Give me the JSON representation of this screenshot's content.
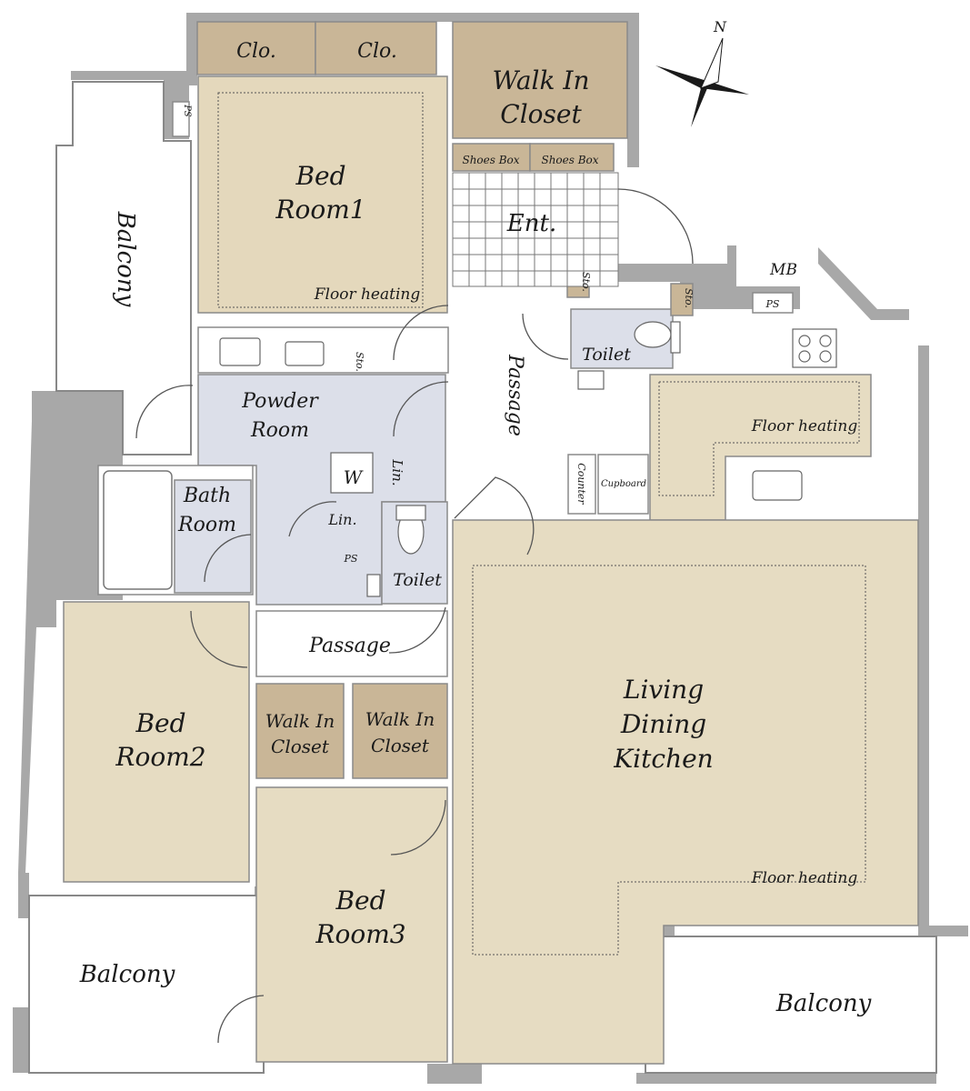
{
  "compass": {
    "north": "N"
  },
  "colors": {
    "room": "#e6dcc2",
    "bedroom1": "#e4d8bc",
    "storage": "#c9b697",
    "wet": "#dcdfe9",
    "wall": "#a9a9a9",
    "white": "#ffffff"
  },
  "rooms": {
    "clo1": "Clo.",
    "clo2": "Clo.",
    "wic_top": [
      "Walk In",
      "Closet"
    ],
    "ps_top": "PS",
    "shoes_box_1": "Shoes Box",
    "shoes_box_2": "Shoes Box",
    "ent": "Ent.",
    "bedroom1": [
      "Bed",
      "Room1"
    ],
    "floor_heating_1": "Floor heating",
    "balcony_west": "Balcony",
    "sto_powder": "Sto.",
    "sto_ent": "Sto.",
    "sto_toilet": "Sto.",
    "mb": "MB",
    "ps_mb": "PS",
    "passage_upper": "Passage",
    "toilet_upper": "Toilet",
    "powder_room": [
      "Powder",
      "Room"
    ],
    "washer": "W",
    "lin_powder": "Lin.",
    "lin_lower": "Lin.",
    "ps_lower": "PS",
    "toilet_lower": "Toilet",
    "bath_room": [
      "Bath",
      "Room"
    ],
    "counter": "Counter",
    "cupboard": "Cupboard",
    "floor_heating_kitchen": "Floor heating",
    "passage_lower": "Passage",
    "wic_1": [
      "Walk In",
      "Closet"
    ],
    "wic_2": [
      "Walk In",
      "Closet"
    ],
    "bedroom2": [
      "Bed",
      "Room2"
    ],
    "ldk": [
      "Living",
      "Dining",
      "Kitchen"
    ],
    "floor_heating_ldk": "Floor heating",
    "bedroom3": [
      "Bed",
      "Room3"
    ],
    "balcony_sw": "Balcony",
    "balcony_se": "Balcony"
  }
}
